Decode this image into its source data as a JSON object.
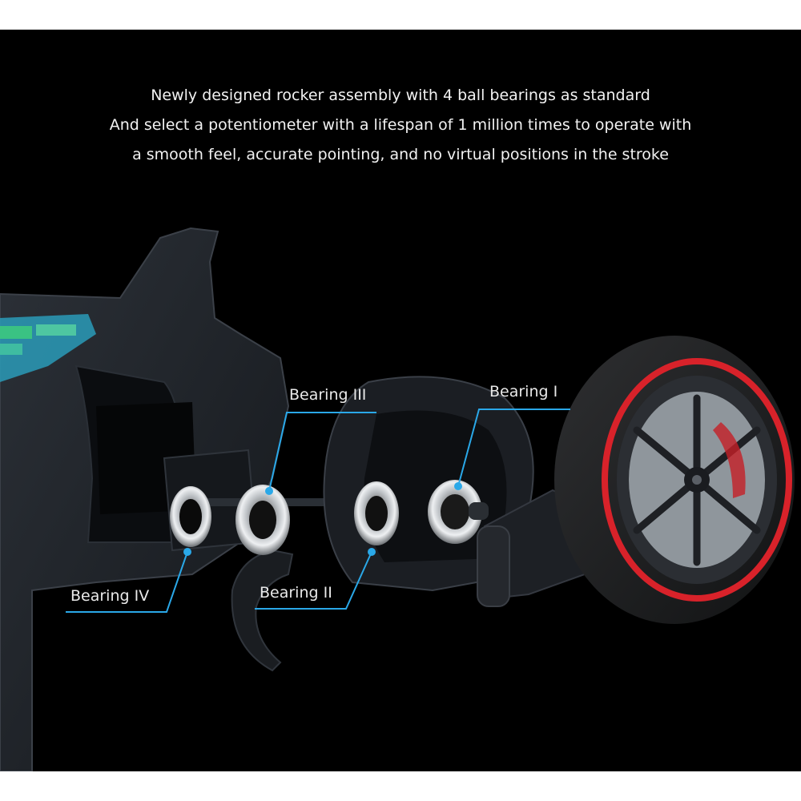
{
  "headline": [
    "Newly designed rocker assembly with 4 ball bearings as standard",
    "And select a potentiometer with a lifespan of 1 million times to operate with",
    "a smooth feel, accurate pointing, and no virtual positions in the stroke"
  ],
  "callouts": {
    "bearing_1": "Bearing I",
    "bearing_2": "Bearing II",
    "bearing_3": "Bearing III",
    "bearing_4": "Bearing IV"
  },
  "colors": {
    "background": "#000000",
    "callout_line": "#2aa8e8",
    "wheel_accent": "#d8222a"
  }
}
